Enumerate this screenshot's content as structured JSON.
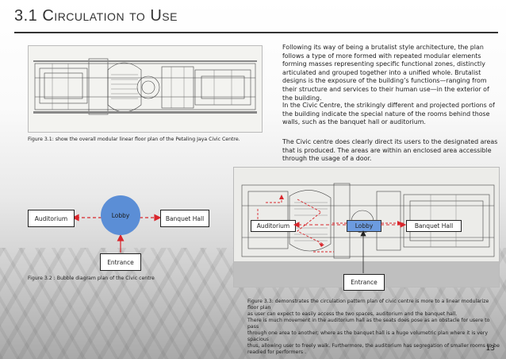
{
  "title": "3.1 Circulation to Use",
  "figure1": {
    "caption": "Figure 3.1:  show the overall modular linear floor plan of the Petaling Jaya Civic Centre."
  },
  "paragraphs": [
    "Following its way of being a brutalist style architecture, the plan follows a type of more formed with repeated modular elements forming masses representing specific functional zones, distinctly articulated and grouped together into a unified whole. Brutalist designs is the exposure of the building’s functions—ranging from their structure and services to their human use—in the exterior of the building.",
    "In the Civic Centre, the strikingly different and projected portions of the building indicate the special nature of the rooms behind those walls, such as the banquet hall or auditorium.",
    "The Civic centre does clearly direct its users to the designated areas that is produced. The areas are within an enclosed area accessible through the usage of a door."
  ],
  "bubble_diagram": {
    "auditorium": "Auditorium",
    "lobby": "Lobby",
    "banquet_hall": "Banquet Hall",
    "entrance": "Entrance",
    "caption": "Figure 3.2 : Bubble diagram plan of the Civic centre",
    "lobby_color": "#5b8ed6",
    "arrow_color": "#d9262c"
  },
  "figure3": {
    "auditorium": "Auditorium",
    "lobby": "Lobby",
    "banquet_hall": "Banquet Hall",
    "entrance": "Entrance",
    "caption_lines": [
      "Figure 3.3: demonstrates the circulation pattern plan of civic centre is more to a linear modularize floor plan",
      "as user can expect to easily access the two spaces, auditorium and the banquet hall.",
      " There is much movement in  the auditorium hall as the seats does pose as an obstacle for usere to pass",
      "through one area to another; where as the banquet hall is a huge volumetric plan where it is very spacious",
      "thus, allowing user to freely walk. Furthermore, the auditorium has segregation of smaller rooms to be",
      "readied for performers ."
    ]
  },
  "page_number": "13"
}
